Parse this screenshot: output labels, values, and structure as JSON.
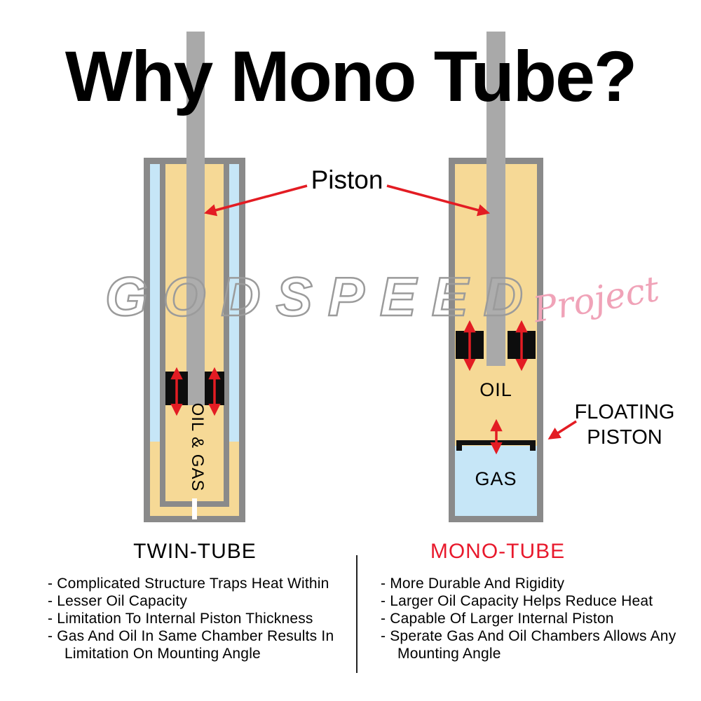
{
  "title": "Why Mono Tube?",
  "watermark": {
    "text": "GODSPEED",
    "script": "Project"
  },
  "annotations": {
    "piston": "Piston",
    "floating_piston": "FLOATING PISTON"
  },
  "twin_tube": {
    "label": "TWIN-TUBE",
    "chamber_label": "OIL & GAS",
    "points": [
      "- Complicated Structure Traps Heat Within",
      "- Lesser Oil Capacity",
      "- Limitation To Internal Piston Thickness",
      "- Gas And Oil In Same Chamber Results In Limitation On Mounting Angle"
    ]
  },
  "mono_tube": {
    "label": "MONO-TUBE",
    "oil_label": "OIL",
    "gas_label": "GAS",
    "points": [
      "- More Durable And Rigidity",
      "- Larger Oil Capacity Helps Reduce Heat",
      "- Capable Of Larger Internal Piston",
      "- Sperate Gas And Oil Chambers Allows Any Mounting Angle"
    ]
  },
  "colors": {
    "red": "#e31c23",
    "tube_wall": "#8a8a8a",
    "rod": "#a9a9a9",
    "oil": "#f6d996",
    "gas": "#c6e6f7",
    "wm": "#9b9b9b",
    "pink": "#f0a3b8",
    "mono_label": "#e8192c"
  }
}
